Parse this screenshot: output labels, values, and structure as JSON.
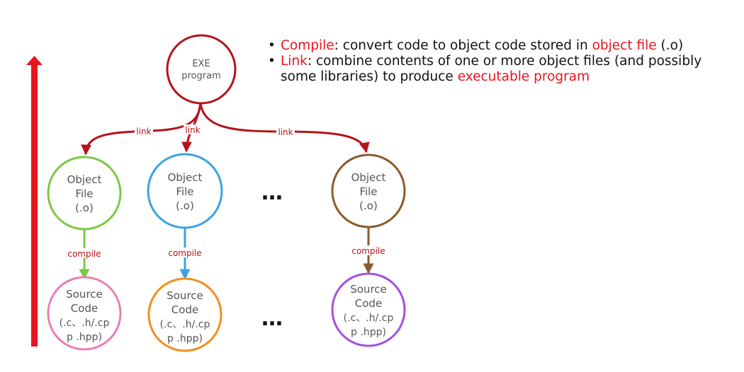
{
  "colors": {
    "exe": "#b5121b",
    "link_arrow": "#b5121b",
    "obj1": "#7ac943",
    "obj2": "#3ba2e4",
    "obj3": "#8b5a2b",
    "src1": "#ea7fb6",
    "src2": "#f0901e",
    "src3": "#a64fe0",
    "big_arrow": "#e8141e",
    "highlight": "#e8141e"
  },
  "diagram": {
    "exe_node": {
      "line1": "EXE",
      "line2": "program"
    },
    "link_label": "link",
    "compile_label": "compile",
    "object_node": {
      "line1": "Object",
      "line2": "File",
      "line3": "(.o)"
    },
    "source_node": {
      "line1": "Source",
      "line2": "Code",
      "line3": "(.c、.h/.cp",
      "line4": "p .hpp)"
    },
    "ellipsis": "…"
  },
  "notes": {
    "compile": {
      "term": "Compile",
      "text_a": ": convert code to object code stored in ",
      "highlight": "object file",
      "text_b": " (.o)"
    },
    "link": {
      "term": "Link",
      "text_a": ": combine contents of one or more object files (and possibly some libraries) to produce ",
      "highlight": "executable program"
    }
  }
}
